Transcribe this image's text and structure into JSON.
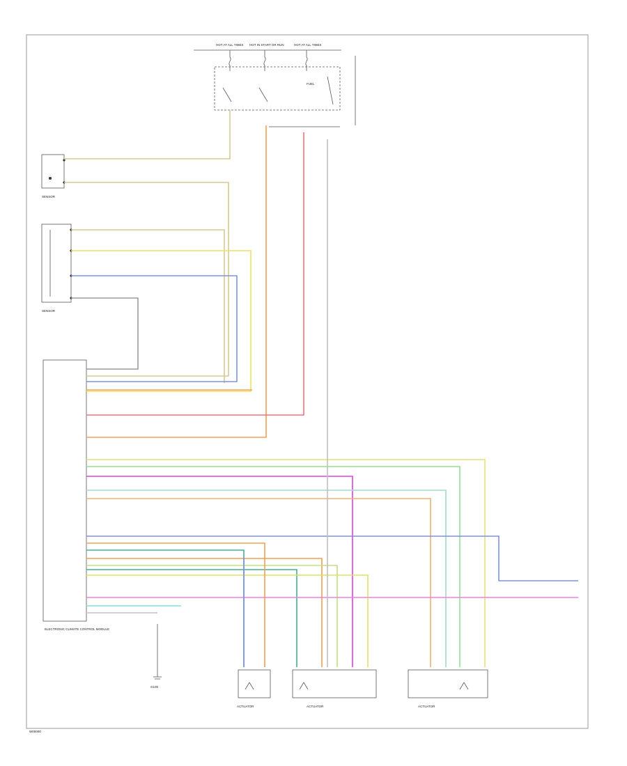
{
  "diagram": {
    "footer_code": "W00000",
    "top_fuses": [
      "HOT AT ALL TIMES",
      "HOT IN START OR RUN",
      "HOT AT ALL TIMES"
    ],
    "relay_label": "FUEL",
    "components": {
      "sensor_top": "SENSOR",
      "sensor_mid": "SENSOR",
      "module": "ELECTRONIC CLIMATE CONTROL MODULE",
      "actuator_left": "ACTUATOR",
      "actuator_mid": "ACTUATOR",
      "actuator_right": "ACTUATOR",
      "ground": "G100"
    },
    "wire_colors": {
      "tan": "#d8c890",
      "yellow": "#f0e060",
      "blue": "#7f8fe6",
      "orange": "#f0a050",
      "pink": "#f07080",
      "green": "#90e090",
      "magenta": "#e040e0",
      "teal": "#40b0a0",
      "gray": "#9a9a9a",
      "darkblue": "#5060c0",
      "cyan": "#60d0e0",
      "lime": "#c0e080"
    }
  }
}
